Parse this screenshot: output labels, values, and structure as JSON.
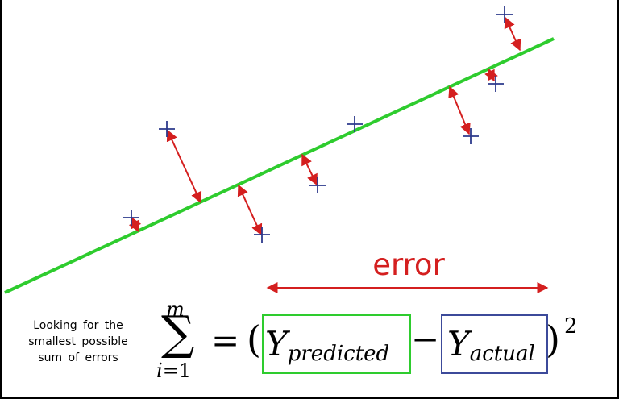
{
  "diagram": {
    "colors": {
      "regression_line": "#2ecc2e",
      "error_arrow": "#d41f1f",
      "data_point": "#2d3a8c",
      "actual_box": "#3c4a9a",
      "predicted_box": "#2ecc2e",
      "text": "#000000"
    },
    "error_label": "error",
    "note": {
      "line1": "Looking  for  the",
      "line2": "smallest  possible",
      "line3": "sum  of  errors"
    },
    "formula": {
      "sum_upper": "m",
      "sum_symbol": "∑",
      "sum_lower_var": "i",
      "sum_lower_eq": "=1",
      "equals": "=",
      "paren_open": "(",
      "predicted_symbol": "Y",
      "predicted_subscript": "predicted",
      "minus": "−",
      "actual_symbol": "Y",
      "actual_subscript": "actual",
      "paren_close": ")",
      "exponent": "2"
    }
  }
}
